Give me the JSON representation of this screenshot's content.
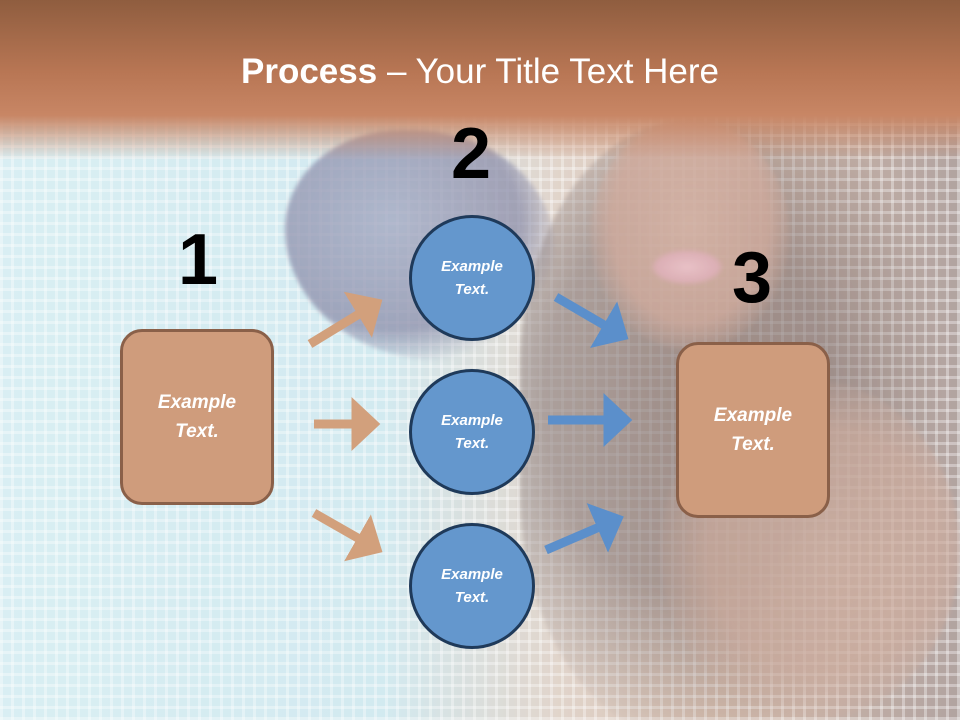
{
  "title": {
    "bold": "Process",
    "rest": " – Your Title Text Here"
  },
  "steps": [
    {
      "number": "1",
      "shape_text": "Example Text."
    },
    {
      "number": "2",
      "shape_text": [
        "Example Text.",
        "Example Text.",
        "Example Text."
      ]
    },
    {
      "number": "3",
      "shape_text": "Example Text."
    }
  ],
  "colors": {
    "title_band": "#b87654",
    "box_fill": "#cf9c7c",
    "box_border": "#8a6049",
    "circle_fill": "#6497cd",
    "circle_border": "#1f3a5a",
    "arrow_tan": "#d2a07c",
    "arrow_blue": "#5b8fcb"
  }
}
